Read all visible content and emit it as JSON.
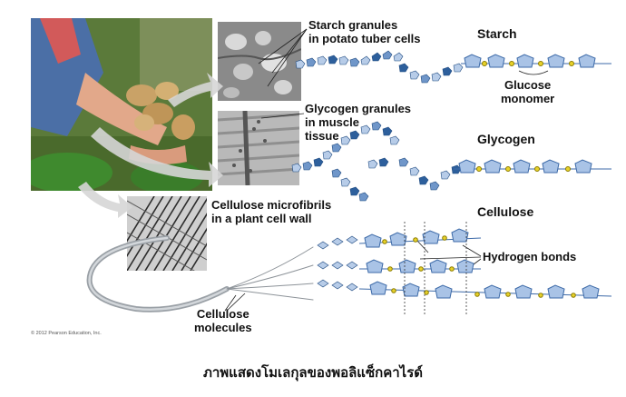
{
  "labels": {
    "starch_granules": "Starch granules",
    "starch_granules_line2": "in potato tuber cells",
    "starch": "Starch",
    "glucose": "Glucose",
    "monomer": "monomer",
    "glycogen_granules": "Glycogen granules",
    "glycogen_granules_line2": "in muscle",
    "glycogen_granules_line3": "tissue",
    "glycogen": "Glycogen",
    "cellulose_microfibrils": "Cellulose microfibrils",
    "cellulose_microfibrils_line2": "in a plant cell wall",
    "cellulose": "Cellulose",
    "hydrogen_bonds": "Hydrogen bonds",
    "cellulose_molecules": "Cellulose",
    "cellulose_molecules_line2": "molecules"
  },
  "copyright": "© 2012 Pearson Education, Inc.",
  "caption": "ภาพแสดงโมเลกุลของพอลิแซ็กคาไรด์",
  "colors": {
    "ring_fill": "#a9c3e6",
    "ring_stroke": "#3d6aa8",
    "oxygen": "#e8d22a",
    "bead_dark": "#2d5f9c",
    "bead_light": "#b7cce8",
    "arrow": "#d6d6d6",
    "fiber": "#9aa0a6"
  }
}
